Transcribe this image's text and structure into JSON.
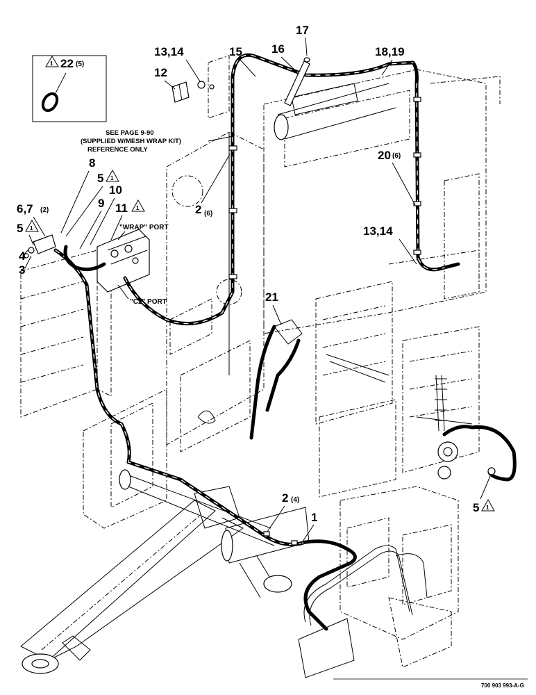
{
  "callouts": {
    "c1": "1",
    "c2a": "2",
    "c2b": "2",
    "c3": "3",
    "c4": "4",
    "c5a": "5",
    "c5b": "5",
    "c5c": "5",
    "c67": "6,7",
    "c8": "8",
    "c9": "9",
    "c10": "10",
    "c11": "11",
    "c12": "12",
    "c1314a": "13,14",
    "c1314b": "13,14",
    "c15": "15",
    "c16": "16",
    "c17": "17",
    "c1819": "18,19",
    "c20": "20",
    "c21": "21",
    "c22": "22"
  },
  "quantities": {
    "q2a": "(6)",
    "q2b": "(4)",
    "q67": "(2)",
    "q20": "(6)",
    "q22": "(5)"
  },
  "revision_mark": "1",
  "note": {
    "line1": "SEE PAGE 9-90",
    "line2": "(SUPPLIED W/MESH WRAP KIT)",
    "line3": "REFERENCE ONLY"
  },
  "ports": {
    "wrap": "\"WRAP\" PORT",
    "c2": "\"C2\" PORT"
  },
  "document_number": "700 903 993-A-G"
}
